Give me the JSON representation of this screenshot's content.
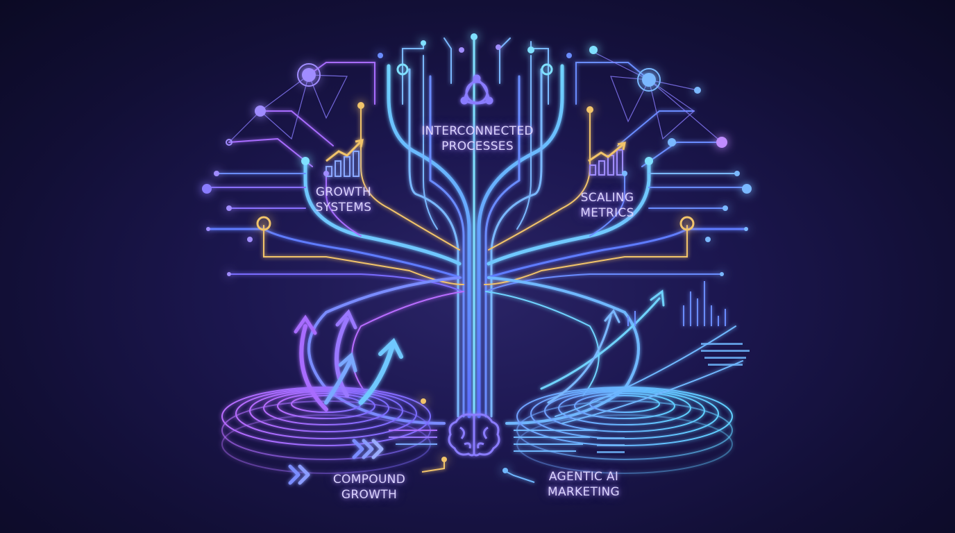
{
  "labels": {
    "interconnected": [
      "INTERCONNECTED",
      "PROCESSES"
    ],
    "growth_systems": [
      "GROWTH",
      "SYSTEMS"
    ],
    "scaling_metrics": [
      "SCALING",
      "METRICS"
    ],
    "compound_growth": [
      "COMPOUND",
      "GROWTH"
    ],
    "agentic_ai": [
      "AGENTIC AI",
      "MARKETING"
    ]
  },
  "icons": [
    "network-hub-icon",
    "bar-chart-up-icon",
    "brain-icon",
    "chevrons-right-icon",
    "growth-arrow-icon"
  ],
  "colors": {
    "background": "#120f36",
    "cyan": "#5fd0ff",
    "blue": "#6a8cff",
    "violet": "#a86cff",
    "gold": "#f2c46b",
    "text": "#dcd4ff"
  }
}
